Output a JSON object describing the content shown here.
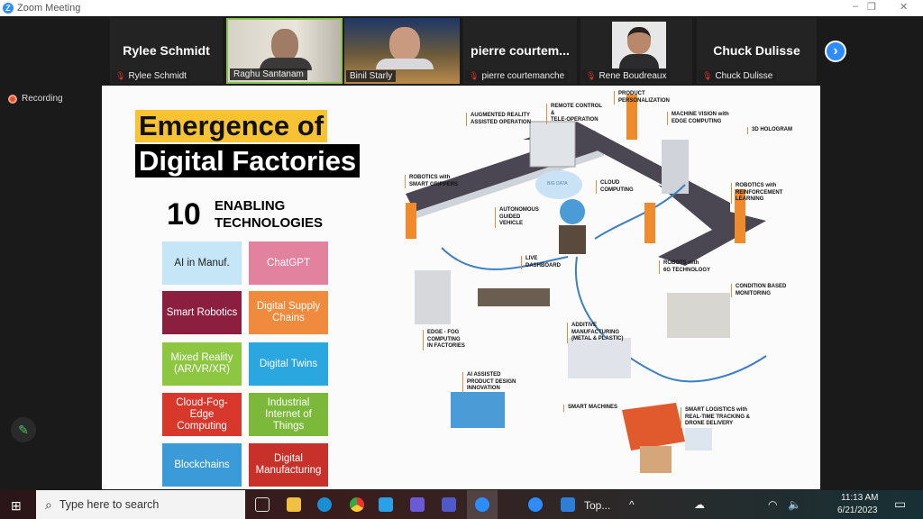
{
  "window": {
    "title": "Zoom Meeting",
    "minimize": "–",
    "restore": "❐",
    "close": "✕"
  },
  "participants": [
    {
      "name": "Rylee Schmidt",
      "display": "Rylee Schmidt",
      "video": false
    },
    {
      "name": "Raghu Santanam",
      "video": true,
      "active": true
    },
    {
      "name": "Binil Starly",
      "video": true
    },
    {
      "name": "pierre courtemanche",
      "display": "pierre  courtem...",
      "video": false
    },
    {
      "name": "Rene Boudreaux",
      "video": true
    },
    {
      "name": "Chuck Dulisse",
      "display": "Chuck Dulisse",
      "video": false
    }
  ],
  "next_arrow": "›",
  "recording": "Recording",
  "slide": {
    "title_line1": "Emergence of",
    "title_line2": "Digital Factories",
    "count": "10",
    "subtitle": "ENABLING\nTECHNOLOGIES",
    "technologies": [
      {
        "label": "AI in Manuf.",
        "color": "#c5e6f7",
        "text": "#222"
      },
      {
        "label": "ChatGPT",
        "color": "#e3829f",
        "text": "#fff"
      },
      {
        "label": "Smart Robotics",
        "color": "#8c1f40",
        "text": "#fff"
      },
      {
        "label": "Digital Supply Chains",
        "color": "#f08b3d",
        "text": "#fff"
      },
      {
        "label": "Mixed Reality (AR/VR/XR)",
        "color": "#8dc641",
        "text": "#fff"
      },
      {
        "label": "Digital Twins",
        "color": "#2aa7df",
        "text": "#fff"
      },
      {
        "label": "Cloud-Fog-Edge Computing",
        "color": "#d8372c",
        "text": "#fff"
      },
      {
        "label": "Industrial Internet of Things",
        "color": "#7cb93b",
        "text": "#fff"
      },
      {
        "label": "Blockchains",
        "color": "#3b9bd9",
        "text": "#fff"
      },
      {
        "label": "Digital Manufacturing",
        "color": "#c8302a",
        "text": "#fff"
      }
    ],
    "diagram_labels": [
      "AUGMENTED REALITY\nASSISTED OPERATION",
      "REMOTE CONTROL\n&\nTELE-OPERATION",
      "PRODUCT\nPERSONALIZATION",
      "MACHINE VISION with\nEDGE COMPUTING",
      "3D HOLOGRAM",
      "ROBOTICS with\nSMART GRIPPERS",
      "CLOUD\nCOMPUTING",
      "ROBOTICS with\nREINFORCEMENT\nLEARNING",
      "AUTONOMOUS\nGUIDED\nVEHICLE",
      "LIVE\nDASHBOARD",
      "ROBOTS with\n6G TECHNOLOGY",
      "CONDITION BASED\nMONITORING",
      "EDGE - FOG\nCOMPUTING\nIN FACTORIES",
      "ADDITIVE\nMANUFACTURING\n(METAL & PLASTIC)",
      "AI ASSISTED\nPRODUCT DESIGN\nINNOVATION",
      "SMART MACHINES",
      "SMART LOGISTICS with\nREAL-TIME TRACKING &\nDRONE DELIVERY"
    ],
    "cloud_text": "BIG DATA"
  },
  "taskbar": {
    "search_placeholder": "Type here to search",
    "app_label": "Top...",
    "time": "11:13 AM",
    "date": "6/21/2023"
  }
}
